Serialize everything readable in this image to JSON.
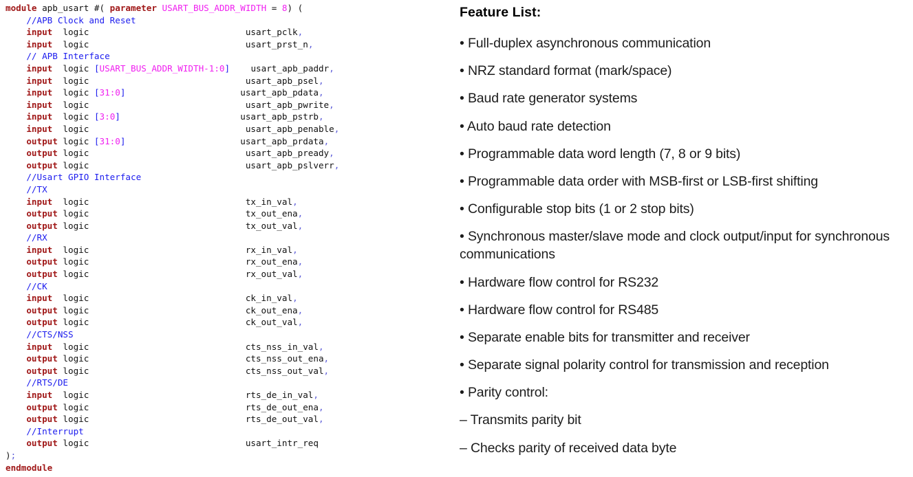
{
  "code_panel": {
    "language": "systemverilog",
    "colors": {
      "keyword": "#a01818",
      "comment": "#1a1aee",
      "parameter": "#f020f0",
      "number": "#f020f0",
      "bracket": "#1a1aee",
      "identifier": "#101010",
      "comma": "#5a5ad8",
      "background": "#ffffff"
    },
    "lines": [
      {
        "id": "l1",
        "segments": [
          {
            "t": "module",
            "c": "kw"
          },
          {
            "t": " apb_usart ",
            "c": "plain"
          },
          {
            "t": "#(",
            "c": "punc"
          },
          {
            "t": " ",
            "c": "plain"
          },
          {
            "t": "parameter",
            "c": "kw"
          },
          {
            "t": " ",
            "c": "plain"
          },
          {
            "t": "USART_BUS_ADDR_WIDTH",
            "c": "param"
          },
          {
            "t": " = ",
            "c": "plain"
          },
          {
            "t": "8",
            "c": "num"
          },
          {
            "t": ") (",
            "c": "punc"
          }
        ]
      },
      {
        "id": "l2",
        "segments": [
          {
            "t": "    ",
            "c": "plain"
          },
          {
            "t": "//APB Clock and Reset",
            "c": "cmt"
          }
        ]
      },
      {
        "id": "l3",
        "segments": [
          {
            "t": "    ",
            "c": "plain"
          },
          {
            "t": "input",
            "c": "kw"
          },
          {
            "t": "  logic                              ",
            "c": "plain"
          },
          {
            "t": "usart_pclk",
            "c": "sig"
          },
          {
            "t": ",",
            "c": "comma"
          }
        ]
      },
      {
        "id": "l4",
        "segments": [
          {
            "t": "    ",
            "c": "plain"
          },
          {
            "t": "input",
            "c": "kw"
          },
          {
            "t": "  logic                              ",
            "c": "plain"
          },
          {
            "t": "usart_prst_n",
            "c": "sig"
          },
          {
            "t": ",",
            "c": "comma"
          }
        ]
      },
      {
        "id": "l5",
        "segments": [
          {
            "t": "    ",
            "c": "plain"
          },
          {
            "t": "// APB Interface",
            "c": "cmt"
          }
        ]
      },
      {
        "id": "l6",
        "segments": [
          {
            "t": "    ",
            "c": "plain"
          },
          {
            "t": "input",
            "c": "kw"
          },
          {
            "t": "  logic ",
            "c": "plain"
          },
          {
            "t": "[",
            "c": "brk"
          },
          {
            "t": "USART_BUS_ADDR_WIDTH-1:0",
            "c": "param"
          },
          {
            "t": "]",
            "c": "brk"
          },
          {
            "t": "    ",
            "c": "plain"
          },
          {
            "t": "usart_apb_paddr",
            "c": "sig"
          },
          {
            "t": ",",
            "c": "comma"
          }
        ]
      },
      {
        "id": "l7",
        "segments": [
          {
            "t": "    ",
            "c": "plain"
          },
          {
            "t": "input",
            "c": "kw"
          },
          {
            "t": "  logic                              ",
            "c": "plain"
          },
          {
            "t": "usart_apb_psel",
            "c": "sig"
          },
          {
            "t": ",",
            "c": "comma"
          }
        ]
      },
      {
        "id": "l8",
        "segments": [
          {
            "t": "    ",
            "c": "plain"
          },
          {
            "t": "input",
            "c": "kw"
          },
          {
            "t": "  logic ",
            "c": "plain"
          },
          {
            "t": "[",
            "c": "brk"
          },
          {
            "t": "31:0",
            "c": "num"
          },
          {
            "t": "]",
            "c": "brk"
          },
          {
            "t": "                      ",
            "c": "plain"
          },
          {
            "t": "usart_apb_pdata",
            "c": "sig"
          },
          {
            "t": ",",
            "c": "comma"
          }
        ]
      },
      {
        "id": "l9",
        "segments": [
          {
            "t": "    ",
            "c": "plain"
          },
          {
            "t": "input",
            "c": "kw"
          },
          {
            "t": "  logic                              ",
            "c": "plain"
          },
          {
            "t": "usart_apb_pwrite",
            "c": "sig"
          },
          {
            "t": ",",
            "c": "comma"
          }
        ]
      },
      {
        "id": "l10",
        "segments": [
          {
            "t": "    ",
            "c": "plain"
          },
          {
            "t": "input",
            "c": "kw"
          },
          {
            "t": "  logic ",
            "c": "plain"
          },
          {
            "t": "[",
            "c": "brk"
          },
          {
            "t": "3:0",
            "c": "num"
          },
          {
            "t": "]",
            "c": "brk"
          },
          {
            "t": "                       ",
            "c": "plain"
          },
          {
            "t": "usart_apb_pstrb",
            "c": "sig"
          },
          {
            "t": ",",
            "c": "comma"
          }
        ]
      },
      {
        "id": "l11",
        "segments": [
          {
            "t": "    ",
            "c": "plain"
          },
          {
            "t": "input",
            "c": "kw"
          },
          {
            "t": "  logic                              ",
            "c": "plain"
          },
          {
            "t": "usart_apb_penable",
            "c": "sig"
          },
          {
            "t": ",",
            "c": "comma"
          }
        ]
      },
      {
        "id": "l12",
        "segments": [
          {
            "t": "    ",
            "c": "plain"
          },
          {
            "t": "output",
            "c": "kw"
          },
          {
            "t": " logic ",
            "c": "plain"
          },
          {
            "t": "[",
            "c": "brk"
          },
          {
            "t": "31:0",
            "c": "num"
          },
          {
            "t": "]",
            "c": "brk"
          },
          {
            "t": "                      ",
            "c": "plain"
          },
          {
            "t": "usart_apb_prdata",
            "c": "sig"
          },
          {
            "t": ",",
            "c": "comma"
          }
        ]
      },
      {
        "id": "l13",
        "segments": [
          {
            "t": "    ",
            "c": "plain"
          },
          {
            "t": "output",
            "c": "kw"
          },
          {
            "t": " logic                              ",
            "c": "plain"
          },
          {
            "t": "usart_apb_pready",
            "c": "sig"
          },
          {
            "t": ",",
            "c": "comma"
          }
        ]
      },
      {
        "id": "l14",
        "segments": [
          {
            "t": "    ",
            "c": "plain"
          },
          {
            "t": "output",
            "c": "kw"
          },
          {
            "t": " logic                              ",
            "c": "plain"
          },
          {
            "t": "usart_apb_pslverr",
            "c": "sig"
          },
          {
            "t": ",",
            "c": "comma"
          }
        ]
      },
      {
        "id": "l15",
        "segments": [
          {
            "t": "    ",
            "c": "plain"
          },
          {
            "t": "//Usart GPIO Interface",
            "c": "cmt"
          }
        ]
      },
      {
        "id": "l16",
        "segments": [
          {
            "t": "    ",
            "c": "plain"
          },
          {
            "t": "//TX",
            "c": "cmt"
          }
        ]
      },
      {
        "id": "l17",
        "segments": [
          {
            "t": "    ",
            "c": "plain"
          },
          {
            "t": "input",
            "c": "kw"
          },
          {
            "t": "  logic                              ",
            "c": "plain"
          },
          {
            "t": "tx_in_val",
            "c": "sig"
          },
          {
            "t": ",",
            "c": "comma"
          }
        ]
      },
      {
        "id": "l18",
        "segments": [
          {
            "t": "    ",
            "c": "plain"
          },
          {
            "t": "output",
            "c": "kw"
          },
          {
            "t": " logic                              ",
            "c": "plain"
          },
          {
            "t": "tx_out_ena",
            "c": "sig"
          },
          {
            "t": ",",
            "c": "comma"
          }
        ]
      },
      {
        "id": "l19",
        "segments": [
          {
            "t": "    ",
            "c": "plain"
          },
          {
            "t": "output",
            "c": "kw"
          },
          {
            "t": " logic                              ",
            "c": "plain"
          },
          {
            "t": "tx_out_val",
            "c": "sig"
          },
          {
            "t": ",",
            "c": "comma"
          }
        ]
      },
      {
        "id": "l20",
        "segments": [
          {
            "t": "    ",
            "c": "plain"
          },
          {
            "t": "//RX",
            "c": "cmt"
          }
        ]
      },
      {
        "id": "l21",
        "segments": [
          {
            "t": "    ",
            "c": "plain"
          },
          {
            "t": "input",
            "c": "kw"
          },
          {
            "t": "  logic                              ",
            "c": "plain"
          },
          {
            "t": "rx_in_val",
            "c": "sig"
          },
          {
            "t": ",",
            "c": "comma"
          }
        ]
      },
      {
        "id": "l22",
        "segments": [
          {
            "t": "    ",
            "c": "plain"
          },
          {
            "t": "output",
            "c": "kw"
          },
          {
            "t": " logic                              ",
            "c": "plain"
          },
          {
            "t": "rx_out_ena",
            "c": "sig"
          },
          {
            "t": ",",
            "c": "comma"
          }
        ]
      },
      {
        "id": "l23",
        "segments": [
          {
            "t": "    ",
            "c": "plain"
          },
          {
            "t": "output",
            "c": "kw"
          },
          {
            "t": " logic                              ",
            "c": "plain"
          },
          {
            "t": "rx_out_val",
            "c": "sig"
          },
          {
            "t": ",",
            "c": "comma"
          }
        ]
      },
      {
        "id": "l24",
        "segments": [
          {
            "t": "    ",
            "c": "plain"
          },
          {
            "t": "//CK",
            "c": "cmt"
          }
        ]
      },
      {
        "id": "l25",
        "segments": [
          {
            "t": "    ",
            "c": "plain"
          },
          {
            "t": "input",
            "c": "kw"
          },
          {
            "t": "  logic                              ",
            "c": "plain"
          },
          {
            "t": "ck_in_val",
            "c": "sig"
          },
          {
            "t": ",",
            "c": "comma"
          }
        ]
      },
      {
        "id": "l26",
        "segments": [
          {
            "t": "    ",
            "c": "plain"
          },
          {
            "t": "output",
            "c": "kw"
          },
          {
            "t": " logic                              ",
            "c": "plain"
          },
          {
            "t": "ck_out_ena",
            "c": "sig"
          },
          {
            "t": ",",
            "c": "comma"
          }
        ]
      },
      {
        "id": "l27",
        "segments": [
          {
            "t": "    ",
            "c": "plain"
          },
          {
            "t": "output",
            "c": "kw"
          },
          {
            "t": " logic                              ",
            "c": "plain"
          },
          {
            "t": "ck_out_val",
            "c": "sig"
          },
          {
            "t": ",",
            "c": "comma"
          }
        ]
      },
      {
        "id": "l28",
        "segments": [
          {
            "t": "    ",
            "c": "plain"
          },
          {
            "t": "//CTS/NSS",
            "c": "cmt"
          }
        ]
      },
      {
        "id": "l29",
        "segments": [
          {
            "t": "    ",
            "c": "plain"
          },
          {
            "t": "input",
            "c": "kw"
          },
          {
            "t": "  logic                              ",
            "c": "plain"
          },
          {
            "t": "cts_nss_in_val",
            "c": "sig"
          },
          {
            "t": ",",
            "c": "comma"
          }
        ]
      },
      {
        "id": "l30",
        "segments": [
          {
            "t": "    ",
            "c": "plain"
          },
          {
            "t": "output",
            "c": "kw"
          },
          {
            "t": " logic                              ",
            "c": "plain"
          },
          {
            "t": "cts_nss_out_ena",
            "c": "sig"
          },
          {
            "t": ",",
            "c": "comma"
          }
        ]
      },
      {
        "id": "l31",
        "segments": [
          {
            "t": "    ",
            "c": "plain"
          },
          {
            "t": "output",
            "c": "kw"
          },
          {
            "t": " logic                              ",
            "c": "plain"
          },
          {
            "t": "cts_nss_out_val",
            "c": "sig"
          },
          {
            "t": ",",
            "c": "comma"
          }
        ]
      },
      {
        "id": "l32",
        "segments": [
          {
            "t": "    ",
            "c": "plain"
          },
          {
            "t": "//RTS/DE",
            "c": "cmt"
          }
        ]
      },
      {
        "id": "l33",
        "segments": [
          {
            "t": "    ",
            "c": "plain"
          },
          {
            "t": "input",
            "c": "kw"
          },
          {
            "t": "  logic                              ",
            "c": "plain"
          },
          {
            "t": "rts_de_in_val",
            "c": "sig"
          },
          {
            "t": ",",
            "c": "comma"
          }
        ]
      },
      {
        "id": "l34",
        "segments": [
          {
            "t": "    ",
            "c": "plain"
          },
          {
            "t": "output",
            "c": "kw"
          },
          {
            "t": " logic                              ",
            "c": "plain"
          },
          {
            "t": "rts_de_out_ena",
            "c": "sig"
          },
          {
            "t": ",",
            "c": "comma"
          }
        ]
      },
      {
        "id": "l35",
        "segments": [
          {
            "t": "    ",
            "c": "plain"
          },
          {
            "t": "output",
            "c": "kw"
          },
          {
            "t": " logic                              ",
            "c": "plain"
          },
          {
            "t": "rts_de_out_val",
            "c": "sig"
          },
          {
            "t": ",",
            "c": "comma"
          }
        ]
      },
      {
        "id": "l36",
        "segments": [
          {
            "t": "    ",
            "c": "plain"
          },
          {
            "t": "//Interrupt",
            "c": "cmt"
          }
        ]
      },
      {
        "id": "l37",
        "segments": [
          {
            "t": "    ",
            "c": "plain"
          },
          {
            "t": "output",
            "c": "kw"
          },
          {
            "t": " logic                              ",
            "c": "plain"
          },
          {
            "t": "usart_intr_req",
            "c": "sig"
          }
        ]
      },
      {
        "id": "l38",
        "segments": [
          {
            "t": ")",
            "c": "punc"
          },
          {
            "t": ";",
            "c": "comma"
          }
        ]
      },
      {
        "id": "l39",
        "segments": [
          {
            "t": "endmodule",
            "c": "kw"
          }
        ]
      }
    ]
  },
  "feature_panel": {
    "title": "Feature List:",
    "items": [
      {
        "marker": "•",
        "text": "Full-duplex asynchronous communication"
      },
      {
        "marker": "•",
        "text": "NRZ standard format (mark/space)"
      },
      {
        "marker": "•",
        "text": "Baud rate generator systems"
      },
      {
        "marker": "•",
        "text": "Auto baud rate detection"
      },
      {
        "marker": "•",
        "text": "Programmable data word length (7, 8 or 9 bits)"
      },
      {
        "marker": "•",
        "text": "Programmable data order with MSB-first or LSB-first shifting"
      },
      {
        "marker": "•",
        "text": "Configurable stop bits (1 or 2 stop bits)"
      },
      {
        "marker": "•",
        "text": "Synchronous master/slave mode and clock output/input for synchronous communications"
      },
      {
        "marker": "•",
        "text": "Hardware flow control for RS232"
      },
      {
        "marker": "•",
        "text": "Hardware flow control for RS485"
      },
      {
        "marker": "•",
        "text": "Separate enable bits for transmitter and receiver"
      },
      {
        "marker": "•",
        "text": "Separate signal polarity control for transmission and reception"
      },
      {
        "marker": "•",
        "text": "Parity control:"
      },
      {
        "marker": "–",
        "text": "Transmits parity bit"
      },
      {
        "marker": "–",
        "text": "Checks parity of received data byte"
      }
    ]
  }
}
